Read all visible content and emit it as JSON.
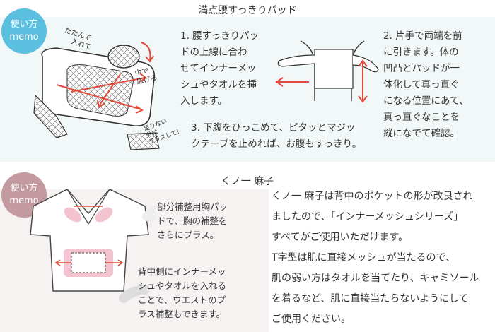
{
  "section1": {
    "title": "満点腰すっきりパッド",
    "badge": {
      "line1": "使い方",
      "line2": "memo",
      "color": "#5bbfe0"
    },
    "handwritten": {
      "fold": [
        "たたんで",
        "入れて"
      ],
      "spread": [
        "中で",
        "広げる"
      ],
      "extra": [
        "足りない",
        "分は",
        "プラスして!"
      ]
    },
    "steps": [
      {
        "lines": [
          "1. 腰すっきりパッ",
          "ドの上線に合わ",
          "せてインナーメッ",
          "シュやタオルを挿",
          "入します。"
        ]
      },
      {
        "lines": [
          "2. 片手で両端を前",
          "に引きます。体の",
          "凹凸とパッドが一",
          "体化して真っ直ぐ",
          "になる位置にあて、",
          "真っ直ぐなことを",
          "縦になでて確認。"
        ]
      },
      {
        "lines": [
          "3. 下腹をひっこめて、ピタッとマジッ",
          "クテープを止めれば、お腹もすっきり。"
        ]
      }
    ]
  },
  "section2": {
    "title": "くノ一 麻子",
    "badge": {
      "line1": "使い方",
      "line2": "memo",
      "color": "#c29aa0"
    },
    "notes": [
      {
        "lines": [
          "部分補整用胸パッ",
          "ドで、胸の補整を",
          "さらにプラス。"
        ]
      },
      {
        "lines": [
          "背中側にインナーメッ",
          "シュやタオルを入れる",
          "ことで、ウエストのプ",
          "ラス補整もできます。"
        ]
      }
    ],
    "paragraph": [
      "くノ一 麻子は背中のポケットの形が改良され",
      "ましたので、「インナーメッシュシリーズ」",
      "すべてがご使用いただけます。",
      "T字型は肌に直接メッシュが当たるので、",
      "肌の弱い方はタオルを当てたり、キャミソール",
      "を着るなど、肌に直接当たらないようにして",
      "ご使用ください。"
    ]
  },
  "colors": {
    "arrow": "#e04a3a",
    "panel1": "#f2f8f8",
    "panel2": "#f6f2f2",
    "pink": "#f3c4cf"
  }
}
